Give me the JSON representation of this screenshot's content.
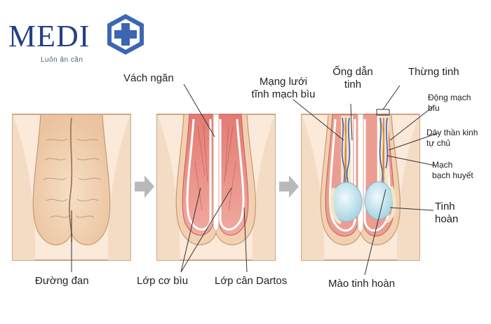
{
  "logo": {
    "name": "MEDI",
    "tagline": "Luôn ân cần"
  },
  "colors": {
    "brand_blue": "#243f86",
    "brand_cross": "#3d66b2",
    "skin": "#f3d6ba",
    "panel_bg": "#fbe9d9",
    "panel_border": "#b78f6c",
    "muscle": "#e58c82",
    "vein": "#3e5fb8",
    "testis": "#cfeaf0"
  },
  "labels": {
    "duong_dan": "Đường đan",
    "vach_ngan": "Vách ngăn",
    "lop_co_biu": "Lớp cơ bìu",
    "lop_can_dartos": "Lớp cân Dartos",
    "mang_luoi_line1": "Mạng lưới",
    "mang_luoi_line2": "tĩnh mạch bìu",
    "ong_dan_line1": "Ống dẫn",
    "ong_dan_line2": "tinh",
    "thung_tinh": "Thừng tinh",
    "dong_mach_line1": "Động mạch",
    "dong_mach_line2": "bìu",
    "day_than_kinh_line1": "Dây thần kinh",
    "day_than_kinh_line2": "tự chủ",
    "mach_line1": "Mạch",
    "mach_line2": "bạch huyết",
    "tinh_hoan_line1": "Tinh",
    "tinh_hoan_line2": "hoàn",
    "mao_tinh_hoan": "Mào tinh hoàn"
  }
}
